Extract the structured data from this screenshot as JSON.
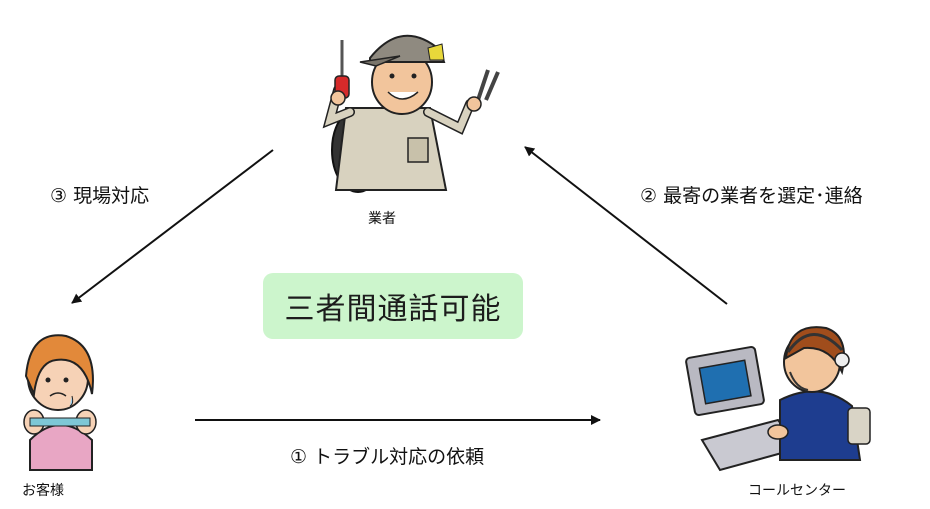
{
  "center": {
    "text": "三者間通話可能"
  },
  "roles": {
    "worker": "業者",
    "customer": "お客様",
    "call_center": "コールセンター"
  },
  "steps": {
    "step1": "① トラブル対応の依頼",
    "step2": "② 最寄の業者を選定･連絡",
    "step3": "③ 現場対応"
  },
  "colors": {
    "center_box": "#ccf5cc",
    "arrow": "#111111"
  },
  "icons": {
    "worker": "mechanic-with-tools-icon",
    "customer": "worried-customer-icon",
    "call_center": "operator-at-computer-icon"
  }
}
